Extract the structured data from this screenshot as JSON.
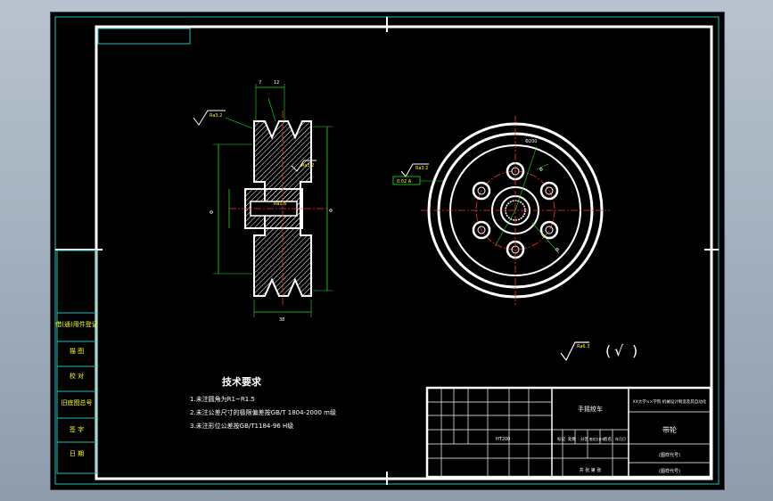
{
  "drawing": {
    "tech_title": "技术要求",
    "tech_items": [
      "1.未注圆角为R1~R1.5",
      "2.未注公差尺寸的极限偏差按GB/T 1804-2000 m级",
      "3.未注形位公差按GB/T1184-96 H级"
    ],
    "left_labels": [
      "借(通)用件登记",
      "描  图",
      "校  对",
      "旧底图总号",
      "签  字",
      "日  期"
    ],
    "dims": {
      "top_a": "7",
      "top_b": "12",
      "rough_top": "Ra3.2",
      "rough_right": "Ra3.2",
      "rough_hub": "Ra1.6",
      "dia_left": "Φ",
      "dia_right": "Φ",
      "bottom_w": "38",
      "front_rough": "Ra3.2",
      "front_tol": "0.02 A",
      "front_d1": "Φ200",
      "front_d2": "Φ",
      "front_d3": "Φ"
    },
    "symbol_note": {
      "rough": "Ra6.3",
      "bracket_open": "(",
      "check": "√",
      "bracket_close": ")"
    },
    "title_block": {
      "part_name": "带轮",
      "project": "XX大学××学院 机械设计制造及其自动化",
      "company": "手摇绞车",
      "row_labels": [
        "标记",
        "处数",
        "分区",
        "更改文件号",
        "签名",
        "年月日"
      ],
      "material": "HT200",
      "sheet_note": "共  张  第  张",
      "scale_cell": "(图样代号)",
      "number_cell": "(图样代号)"
    }
  }
}
